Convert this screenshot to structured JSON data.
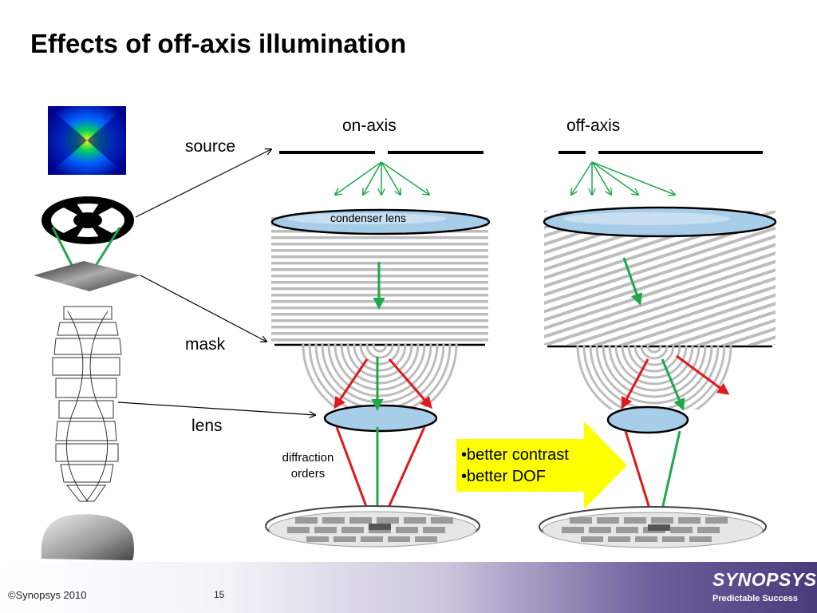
{
  "title": "Effects of off-axis illumination",
  "labels": {
    "on_axis": "on-axis",
    "off_axis": "off-axis",
    "source": "source",
    "mask": "mask",
    "lens": "lens",
    "condenser_lens": "condenser lens",
    "diffraction_line1": "diffraction",
    "diffraction_line2": "orders"
  },
  "callout": {
    "line1": "•better contrast",
    "line2": "•better DOF",
    "color": "#ffff00"
  },
  "footer": {
    "copyright": "©Synopsys 2010",
    "page_number": "15",
    "logo": "SYNOPSYS",
    "tagline": "Predictable Success"
  },
  "colors": {
    "green_ray": "#1ea84a",
    "red_ray": "#e0191c",
    "lens_fill": "#a8cde8",
    "grating": "#bdbdbd"
  }
}
